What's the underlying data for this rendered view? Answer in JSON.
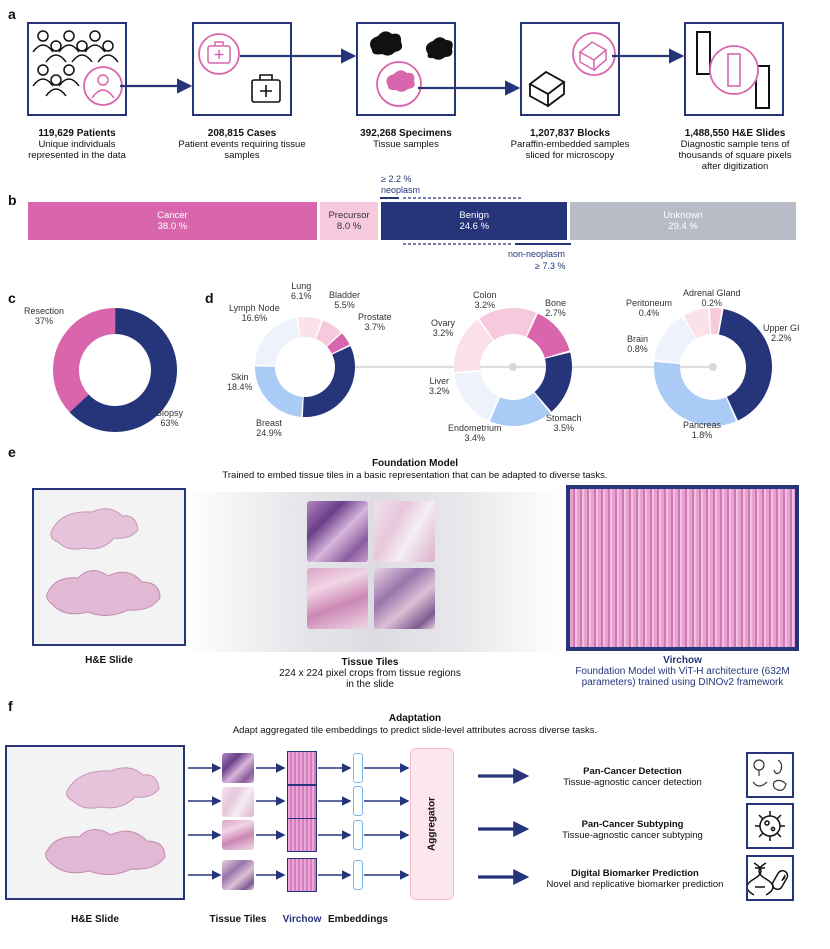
{
  "panel_labels": {
    "a": "a",
    "b": "b",
    "c": "c",
    "d": "d",
    "e": "e",
    "f": "f"
  },
  "panel_a": {
    "steps": [
      {
        "count": "119,629 Patients",
        "desc": "Unique individuals represented in the data"
      },
      {
        "count": "208,815 Cases",
        "desc": "Patient events requiring tissue samples"
      },
      {
        "count": "392,268 Specimens",
        "desc": "Tissue samples"
      },
      {
        "count": "1,207,837 Blocks",
        "desc": "Paraffin-embedded samples sliced for microscopy"
      },
      {
        "count": "1,488,550 H&E Slides",
        "desc": "Diagnostic sample tens of thousands of square pixels after digitization"
      }
    ]
  },
  "panel_b": {
    "segments": [
      {
        "name": "Cancer",
        "pct": "38.0 %",
        "value": 38.0,
        "color": "#d966ad",
        "text": "#fff"
      },
      {
        "name": "Precursor",
        "pct": "8.0 %",
        "value": 8.0,
        "color": "#f7c9dd",
        "text": "#333"
      },
      {
        "name": "Benign",
        "pct": "24.6 %",
        "value": 24.6,
        "color": "#26357a",
        "text": "#fff"
      },
      {
        "name": "Unknown",
        "pct": "29.4 %",
        "value": 29.4,
        "color": "#b9bcc7",
        "text": "#fff"
      }
    ],
    "neoplasm_pct": "≥ 2.2 %",
    "neoplasm_label": "neoplasm",
    "non_neoplasm_label": "non-neoplasm",
    "non_neoplasm_pct": "≥ 7.3 %"
  },
  "chart_data": [
    {
      "type": "pie",
      "title": "",
      "slices": [
        {
          "label": "Resection",
          "pct_text": "37%",
          "value": 37,
          "color": "#d966ad"
        },
        {
          "label": "Biopsy",
          "pct_text": "63%",
          "value": 63,
          "color": "#26357a"
        }
      ]
    },
    {
      "type": "pie",
      "title": "",
      "slices": [
        {
          "label": "Lung",
          "pct_text": "6.1%",
          "value": 6.1,
          "color": "#fbe1ea"
        },
        {
          "label": "Bladder",
          "pct_text": "5.5%",
          "value": 5.5,
          "color": "#f7c9dd"
        },
        {
          "label": "Prostate",
          "pct_text": "3.7%",
          "value": 3.7,
          "color": "#d966ad"
        },
        {
          "label": "Breast",
          "pct_text": "24.9%",
          "value": 24.9,
          "color": "#26357a"
        },
        {
          "label": "Skin",
          "pct_text": "18.4%",
          "value": 18.4,
          "color": "#a9cbf5"
        },
        {
          "label": "Lymph Node",
          "pct_text": "16.6%",
          "value": 16.6,
          "color": "#eef2fb"
        }
      ]
    },
    {
      "type": "pie",
      "title": "",
      "slices": [
        {
          "label": "Colon",
          "pct_text": "3.2%",
          "value": 3.2,
          "color": "#f7c9dd"
        },
        {
          "label": "Bone",
          "pct_text": "2.7%",
          "value": 2.7,
          "color": "#d966ad"
        },
        {
          "label": "Stomach",
          "pct_text": "3.5%",
          "value": 3.5,
          "color": "#26357a"
        },
        {
          "label": "Endometrium",
          "pct_text": "3.4%",
          "value": 3.4,
          "color": "#a9cbf5"
        },
        {
          "label": "Liver",
          "pct_text": "3.2%",
          "value": 3.2,
          "color": "#eef2fb"
        },
        {
          "label": "Ovary",
          "pct_text": "3.2%",
          "value": 3.2,
          "color": "#fbe1ea"
        }
      ]
    },
    {
      "type": "pie",
      "title": "",
      "slices": [
        {
          "label": "Adrenal Gland",
          "pct_text": "0.2%",
          "value": 0.2,
          "color": "#f7c9dd"
        },
        {
          "label": "Upper GI",
          "pct_text": "2.2%",
          "value": 2.2,
          "color": "#26357a"
        },
        {
          "label": "Pancreas",
          "pct_text": "1.8%",
          "value": 1.8,
          "color": "#a9cbf5"
        },
        {
          "label": "Brain",
          "pct_text": "0.8%",
          "value": 0.8,
          "color": "#eef2fb"
        },
        {
          "label": "Peritoneum",
          "pct_text": "0.4%",
          "value": 0.4,
          "color": "#fbe1ea"
        }
      ]
    }
  ],
  "panel_e": {
    "title": "Foundation Model",
    "subtitle": "Trained to embed tissue tiles in a basic representation that can be adapted to diverse tasks.",
    "slide_label": "H&E Slide",
    "tiles_title": "Tissue Tiles",
    "tiles_desc": "224 x 224 pixel crops from tissue regions in the slide",
    "virchow_title": "Virchow",
    "virchow_desc": "Foundation Model with ViT-H architecture (632M parameters) trained using DINOv2 framework"
  },
  "panel_f": {
    "title": "Adaptation",
    "subtitle": "Adapt aggregated tile embeddings to predict slide-level attributes across diverse tasks.",
    "aggregator": "Aggregator",
    "col_labels": {
      "slide": "H&E Slide",
      "tiles": "Tissue Tiles",
      "virchow": "Virchow",
      "embeddings": "Embeddings"
    },
    "tasks": [
      {
        "title": "Pan-Cancer Detection",
        "desc": "Tissue-agnostic cancer detection"
      },
      {
        "title": "Pan-Cancer Subtyping",
        "desc": "Tissue-agnostic cancer subtyping"
      },
      {
        "title": "Digital Biomarker Prediction",
        "desc": "Novel and replicative biomarker prediction"
      }
    ]
  },
  "colors": {
    "navy": "#26357a",
    "pink": "#d966ad",
    "light_pink": "#f7c9dd",
    "light_blue": "#a9cbf5",
    "grey": "#b9bcc7"
  }
}
